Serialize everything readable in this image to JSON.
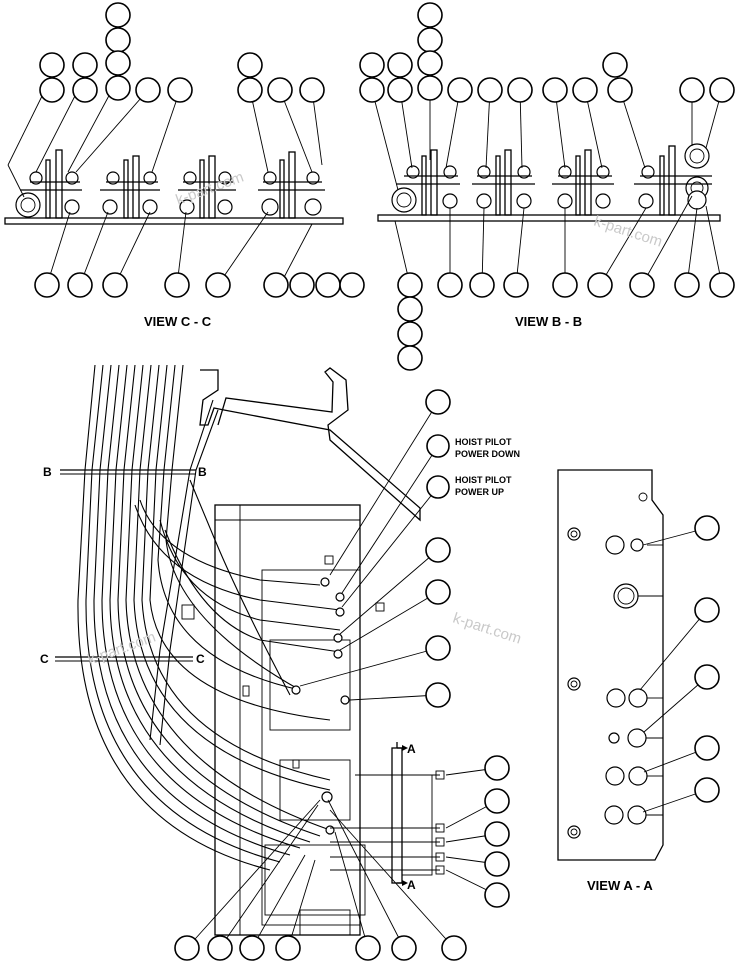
{
  "views": {
    "c": "VIEW C - C",
    "b": "VIEW B - B",
    "a": "VIEW A - A"
  },
  "callouts": {
    "pilot_down_1": "HOIST PILOT",
    "pilot_down_2": "POWER DOWN",
    "pilot_up_1": "HOIST PILOT",
    "pilot_up_2": "POWER UP"
  },
  "section_marks": {
    "b_left": "B",
    "b_right": "B",
    "c_left": "C",
    "c_right": "C",
    "a_top": "A",
    "a_bottom": "A"
  },
  "watermark": "k-part.com"
}
